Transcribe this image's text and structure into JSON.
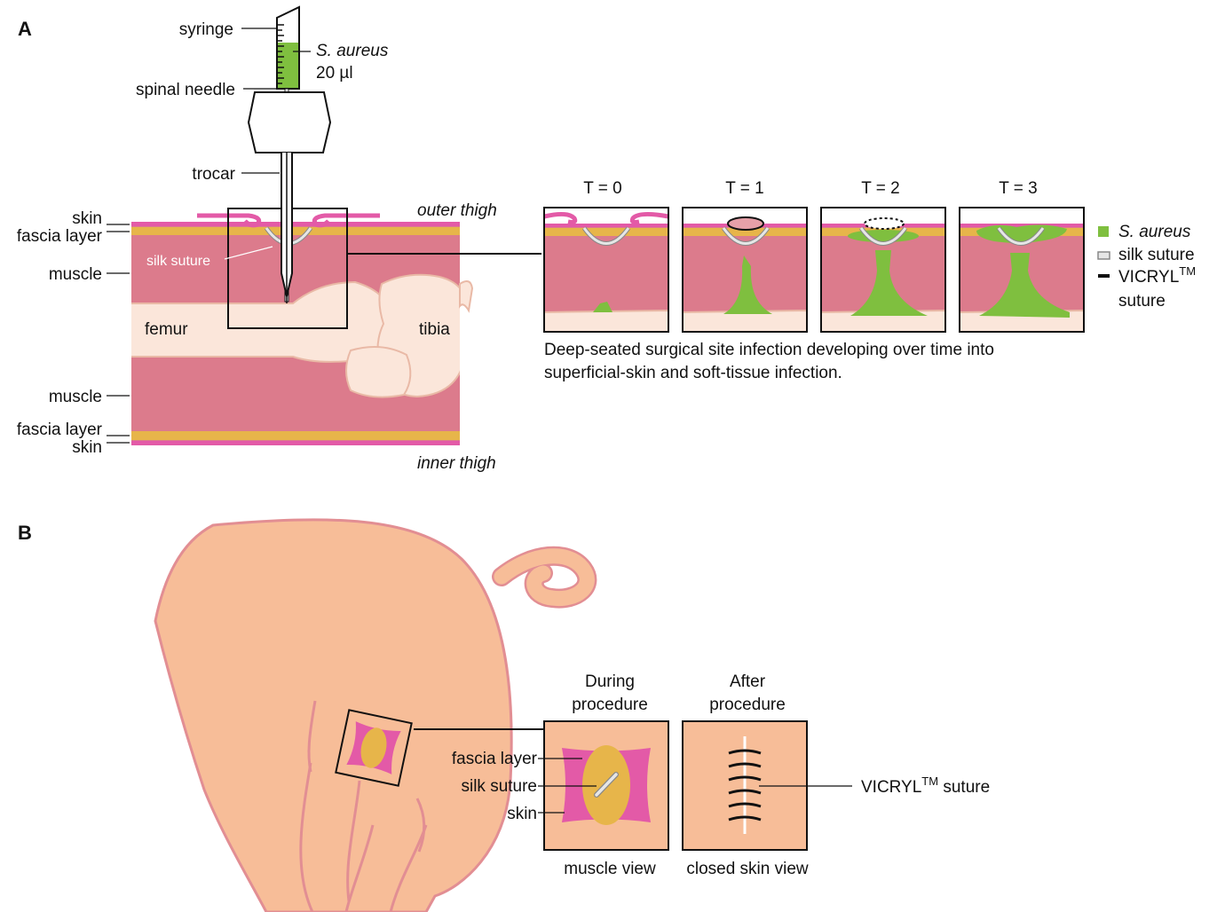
{
  "panel_a": {
    "letter": "A",
    "labels": {
      "syringe": "syringe",
      "s_aureus": "S. aureus",
      "volume": "20 µl",
      "spinal_needle": "spinal needle",
      "trocar": "trocar",
      "skin_top": "skin",
      "fascia_top": "fascia layer",
      "muscle_top": "muscle",
      "silk_suture": "silk suture",
      "femur": "femur",
      "tibia": "tibia",
      "muscle_bottom": "muscle",
      "fascia_bottom": "fascia layer",
      "skin_bottom": "skin",
      "outer_thigh": "outer thigh",
      "inner_thigh": "inner thigh"
    },
    "timepoints": [
      "T = 0",
      "T = 1",
      "T = 2",
      "T = 3"
    ],
    "caption_line1": "Deep-seated surgical site infection developing over time into",
    "caption_line2": "superficial-skin and soft-tissue infection.",
    "legend": {
      "s_aureus": "S. aureus",
      "silk_suture": "silk suture",
      "vicryl": "VICRYL",
      "vicryl_tm": "TM",
      "vicryl_line2": "suture"
    }
  },
  "panel_b": {
    "letter": "B",
    "during_line1": "During",
    "during_line2": "procedure",
    "after_line1": "After",
    "after_line2": "procedure",
    "fascia_layer": "fascia layer",
    "silk_suture": "silk suture",
    "skin": "skin",
    "vicryl": "VICRYL",
    "vicryl_tm": "TM",
    "vicryl_suffix": " suture",
    "muscle_view": "muscle view",
    "closed_skin_view": "closed skin view"
  },
  "colors": {
    "muscle": "#dc7b8c",
    "fascia": "#e7b54a",
    "skin": "#e35aa7",
    "bone": "#fbe6da",
    "bone_outline": "#e9b9a6",
    "bacteria": "#7fbf3f",
    "pig": "#f7bd98",
    "pig_outline": "#e28e93",
    "suture": "#cccccc"
  }
}
